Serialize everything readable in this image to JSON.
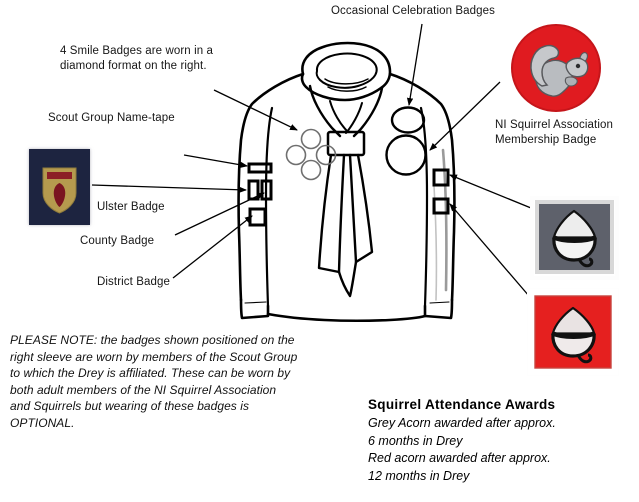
{
  "document": {
    "title": "Squirrel Uniform Badge Placement Diagram",
    "background_color": "#ffffff"
  },
  "labels": {
    "occasional": "Occasional Celebration Badges",
    "smile": "4 Smile Badges are worn in a\ndiamond format on the right.",
    "nametape": "Scout Group Name-tape",
    "ulster": "Ulster Badge",
    "county": "County Badge",
    "district": "District Badge",
    "ni_membership": "NI Squirrel Association\nMembership Badge"
  },
  "note": {
    "text": "PLEASE NOTE:  the badges shown positioned on the\nright sleeve are worn by members of the Scout Group\nto which the Drey is affiliated.  These can be worn by\nboth adult members of the NI Squirrel Association\nand Squirrels but wearing of these badges is\nOPTIONAL."
  },
  "awards": {
    "title": "Squirrel Attendance Awards",
    "body": "Grey Acorn awarded after approx.\n6 months in Drey\nRed acorn awarded after approx.\n12 months in Drey"
  },
  "badges": [
    {
      "name": "ulster-badge-patch",
      "description": "Ulster Badge",
      "background_color": "#1d2440",
      "shield_color": "#b59a4e",
      "emblem_color": "#7a1420",
      "banner_color": "#8c1f26"
    },
    {
      "name": "ni-squirrel-membership-badge",
      "description": "NI Squirrel Association Membership Badge",
      "background_color": "#e01b20",
      "squirrel_color": "#b9bcc0",
      "outline_color": "#3a3a3c"
    },
    {
      "name": "grey-acorn-badge",
      "description": "Grey Acorn awarded after approx. 6 months in Drey",
      "background_color": "#5e616b",
      "acorn_color": "#ececec",
      "outline_color": "#101010",
      "border_color": "#ffffff"
    },
    {
      "name": "red-acorn-badge",
      "description": "Red acorn awarded after approx. 12 months in Drey",
      "background_color": "#e5201f",
      "acorn_color": "#e8e2e2",
      "outline_color": "#101010",
      "border_color": "#ffffff"
    }
  ],
  "garment": {
    "name": "sweatshirt-with-hood-and-neckerchief",
    "left_sleeve_badges": [
      {
        "name": "scout-group-name-tape",
        "shape": "wide-rectangle"
      },
      {
        "name": "ulster-badge-slot",
        "shape": "tall-rectangle"
      },
      {
        "name": "county-badge-slot",
        "shape": "tall-rectangle"
      },
      {
        "name": "district-badge-slot",
        "shape": "square"
      }
    ],
    "right_sleeve_badges": [
      {
        "name": "grey-acorn-slot",
        "shape": "square"
      },
      {
        "name": "red-acorn-slot",
        "shape": "square"
      }
    ],
    "chest_badges": [
      {
        "name": "smile-badges-diamond",
        "count": 4,
        "shape": "circle"
      },
      {
        "name": "occasional-celebration-badge",
        "shape": "ellipse"
      },
      {
        "name": "ni-membership-badge-position",
        "shape": "circle"
      }
    ]
  },
  "colors": {
    "ink": "#000000",
    "text": "#161616",
    "red": "#e01b20",
    "navy": "#1d2440",
    "gold": "#b59a4e",
    "grey": "#5e616b"
  }
}
